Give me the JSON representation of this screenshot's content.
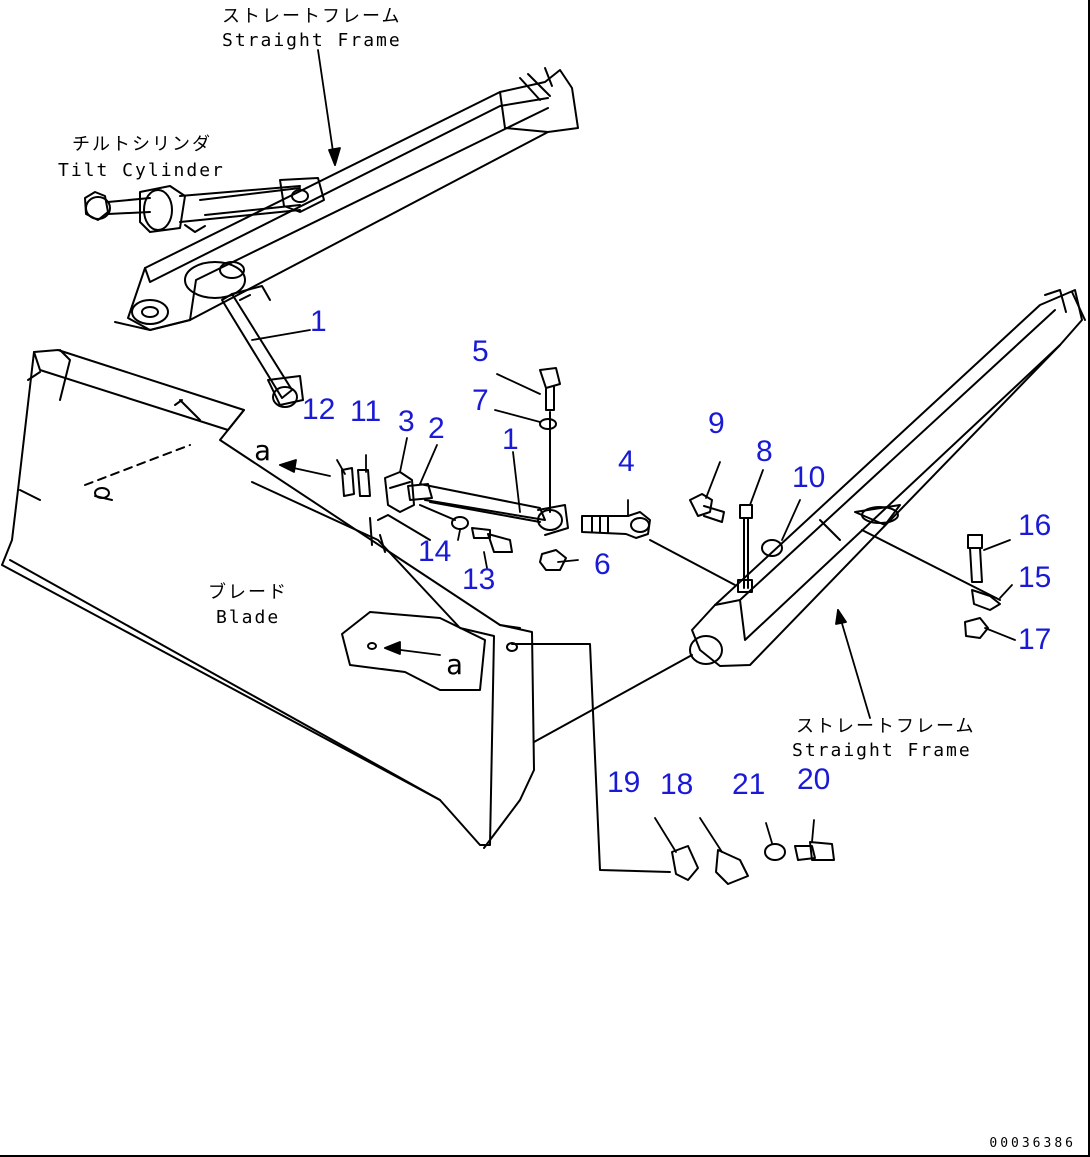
{
  "labels": {
    "straight_frame_top_jp": "ストレートフレーム",
    "straight_frame_top_en": "Straight Frame",
    "tilt_cylinder_jp": "チルトシリンダ",
    "tilt_cylinder_en": "Tilt Cylinder",
    "blade_jp": "ブレード",
    "blade_en": "Blade",
    "straight_frame_right_jp": "ストレートフレーム",
    "straight_frame_right_en": "Straight Frame",
    "ref_a": "a"
  },
  "part_numbers": {
    "p1_upper": "1",
    "p1_lower": "1",
    "p2": "2",
    "p3": "3",
    "p4": "4",
    "p5": "5",
    "p6": "6",
    "p7": "7",
    "p8": "8",
    "p9": "9",
    "p10": "10",
    "p11": "11",
    "p12": "12",
    "p13": "13",
    "p14": "14",
    "p15": "15",
    "p16": "16",
    "p17": "17",
    "p18": "18",
    "p19": "19",
    "p20": "20",
    "p21": "21"
  },
  "drawing_id": "00036386",
  "colors": {
    "line": "#000000",
    "part_number": "#1a1ad6",
    "background": "#ffffff"
  }
}
